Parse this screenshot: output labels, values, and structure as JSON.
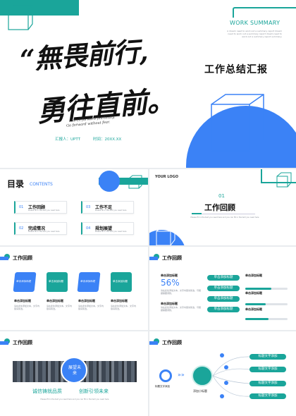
{
  "cover": {
    "work_summary": "WORK SUMMARY",
    "blurb": "A dream need to work out a summary report dream need to work out a summary report dream need to work out a summary report summary.",
    "calligraphy_line1": "“無畏前行,",
    "calligraphy_line2": "勇往直前。",
    "english_motto_1": "March forward fearlessly,",
    "english_motto_2": "Go forward without fear.",
    "reporter": "汇报人：UPTT",
    "time": "时间：20XX.XX",
    "title": "工作总结汇报"
  },
  "toc": {
    "title": "目录",
    "title_en": "CONTENTS",
    "logo": "YOUR LOGO",
    "items": [
      {
        "num": "01",
        "label": "工作回顾",
        "desc": "Please fill in the text you need here"
      },
      {
        "num": "02",
        "label": "完成情况",
        "desc": "Please fill in the text you need here"
      },
      {
        "num": "03",
        "label": "工作不足",
        "desc": "Please fill in the text you need here"
      },
      {
        "num": "04",
        "label": "规划展望",
        "desc": "Please fill in the text you need here"
      }
    ]
  },
  "section": {
    "num": "01",
    "title": "工作回顾",
    "desc": "Please fill in the text you need here and you can fill in the text you need here"
  },
  "slide4": {
    "title": "工作回顾",
    "cards": [
      {
        "label": "单击添加标题",
        "head": "单击添加标题",
        "body": "请在此处添加文本，文字内容请简洁。"
      },
      {
        "label": "单击添加标题",
        "head": "单击添加标题",
        "body": "请在此处添加文本，文字内容请简洁。"
      },
      {
        "label": "单击添加标题",
        "head": "单击添加标题",
        "body": "请在此处添加文本，文字内容请简洁。"
      },
      {
        "label": "单击添加标题",
        "head": "单击添加标题",
        "body": "请在此处添加文本，文字内容请简洁。"
      }
    ]
  },
  "slide5": {
    "title": "工作回顾",
    "left_head": "单击添加标题",
    "percent": "56%",
    "left_head2": "单击添加标题",
    "body": "请在此处添加文本，文字内容请简洁，可根据需要调整。",
    "pills": [
      "单击添加标题",
      "单击添加标题",
      "单击添加标题",
      "单击添加标题"
    ],
    "bars": [
      {
        "head": "单击添加标题",
        "value": 0.62
      },
      {
        "head": "单击添加标题",
        "value": 0.48
      },
      {
        "head": "单击添加标题",
        "value": 0.55
      }
    ]
  },
  "slide6": {
    "title": "工作回顾",
    "badge": "展望未来",
    "slogan1": "诚信铸就品质",
    "slogan2": "创新引领未来",
    "foot": "Please fill in the text you need here and you can fill in the text you need here"
  },
  "slide7": {
    "title": "工作回顾",
    "left_label": "标题文字添加",
    "center_label": "添加小标题",
    "arrows": "»»",
    "items": [
      "标题文字添加",
      "标题文字添加",
      "标题文字添加",
      "标题文字添加"
    ]
  },
  "colors": {
    "teal": "#1aa59a",
    "blue": "#3b82f6"
  }
}
